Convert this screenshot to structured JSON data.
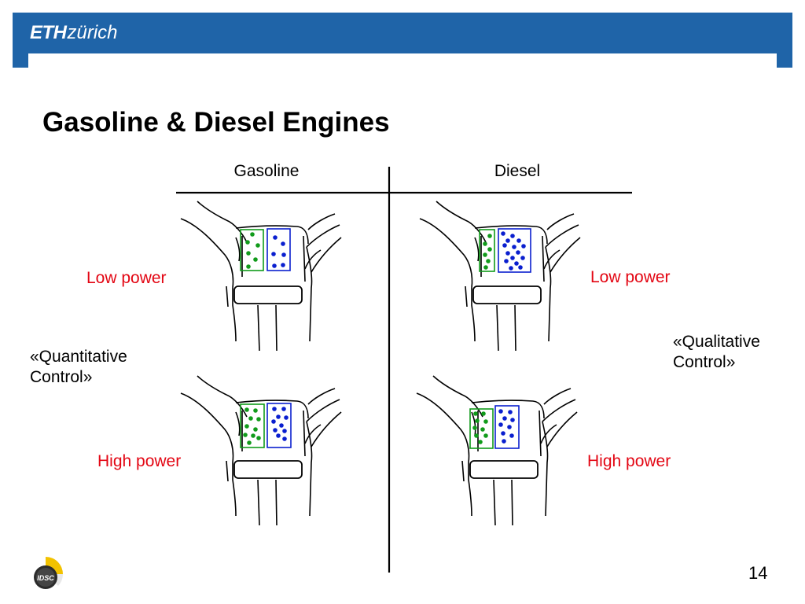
{
  "header": {
    "logo_eth": "ETH",
    "logo_zurich": "zürich"
  },
  "slide": {
    "title": "Gasoline & Diesel Engines",
    "page_number": "14"
  },
  "columns": {
    "gasoline": "Gasoline",
    "diesel": "Diesel"
  },
  "labels": {
    "gasoline_low": "Low power",
    "gasoline_high": "High power",
    "diesel_low": "Low power",
    "diesel_high": "High power",
    "quantitative_line1": "«Quantitative",
    "quantitative_line2": "Control»",
    "qualitative_line1": "«Qualitative",
    "qualitative_line2": "Control»"
  },
  "footer_logo": {
    "text": "IDSC"
  },
  "colors": {
    "banner": "#1f64a8",
    "label_red": "#e30613",
    "fuel_green": "#119b1b",
    "air_blue": "#0a1fcf"
  },
  "icons": [
    "eth-zurich-logo",
    "idsc-logo",
    "engine-cylinder-icon"
  ]
}
